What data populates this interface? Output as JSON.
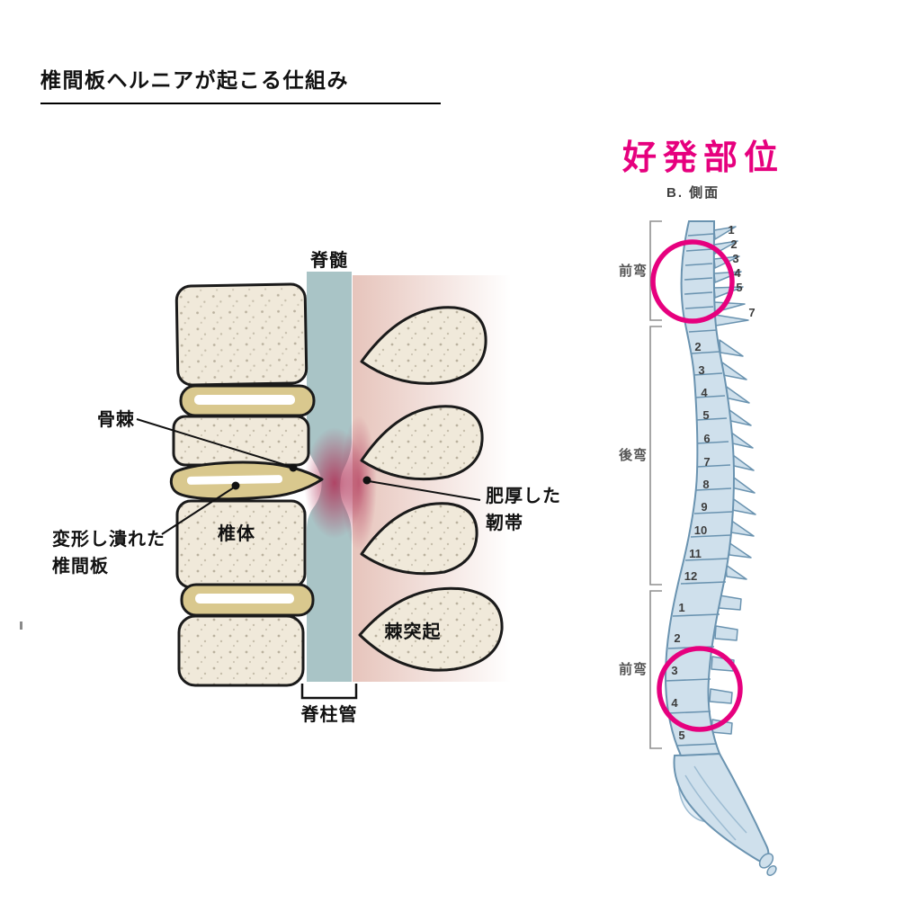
{
  "page": {
    "title": "椎間板ヘルニアが起こる仕組み"
  },
  "herniation_diagram": {
    "labels": {
      "spinal_cord": "脊髄",
      "bone_spur": "骨棘",
      "vertebral_body": "椎体",
      "deformed_disc_line1": "変形し潰れた",
      "deformed_disc_line2": "椎間板",
      "thickened_ligament_line1": "肥厚した",
      "thickened_ligament_line2": "靭帯",
      "spinous_process": "棘突起",
      "spinal_canal": "脊柱管"
    }
  },
  "spine_panel": {
    "heading": "好発部位",
    "view_label": "B. 側面",
    "curve_labels": {
      "cervical_lordosis": "前弯",
      "thoracic_kyphosis": "後弯",
      "lumbar_lordosis": "前弯"
    },
    "cervical_numbers": [
      "1",
      "2",
      "3",
      "4",
      "5",
      "7"
    ],
    "thoracic_numbers": [
      "2",
      "3",
      "4",
      "5",
      "6",
      "7",
      "8",
      "9",
      "10",
      "11",
      "12"
    ],
    "lumbar_numbers": [
      "1",
      "2",
      "3",
      "4",
      "5"
    ]
  },
  "colors": {
    "accent_pink": "#e6007e",
    "bone_fill": "#f0e9da",
    "bone_outline": "#1a1a1a",
    "disc_fill": "#d9c88e",
    "spinal_canal_fill": "#a9c4c6",
    "compression_red": "#b53a5e",
    "ligament_wash": "#d29484",
    "spine_fill": "#cfe0ec",
    "spine_outline": "#6a93b0",
    "text_dark": "#111111",
    "bracket_gray": "#8f8f8f"
  }
}
